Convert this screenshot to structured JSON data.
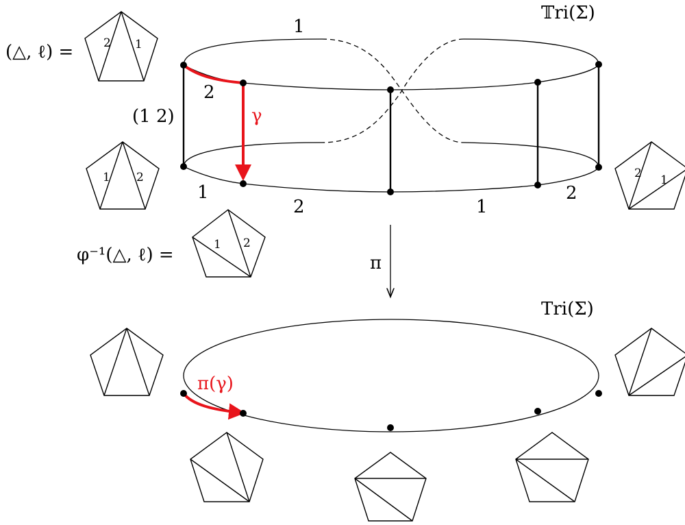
{
  "top": {
    "space_label": "𝕋ri(Σ)",
    "marked_label": "(△, ℓ) =",
    "preimage_label": "φ⁻¹(△, ℓ) =",
    "permutation_label": "(1 2)",
    "gamma_label": "γ",
    "edge_labels": {
      "top_back": "1",
      "top_front_left": "2",
      "bottom_far_left": "1",
      "bottom_left": "2",
      "bottom_right": "1",
      "bottom_far_right": "2"
    },
    "pentagon_labels": {
      "marked_left": "2",
      "marked_right": "1",
      "lower_left_a": "1",
      "lower_left_b": "2",
      "preimage_a": "1",
      "preimage_b": "2",
      "right_a": "2",
      "right_b": "1"
    }
  },
  "projection": {
    "map_label": "π"
  },
  "bottom": {
    "space_label": "Tri(Σ)",
    "path_label": "π(γ)"
  },
  "colors": {
    "ink": "#000000",
    "highlight": "#e8141b"
  }
}
